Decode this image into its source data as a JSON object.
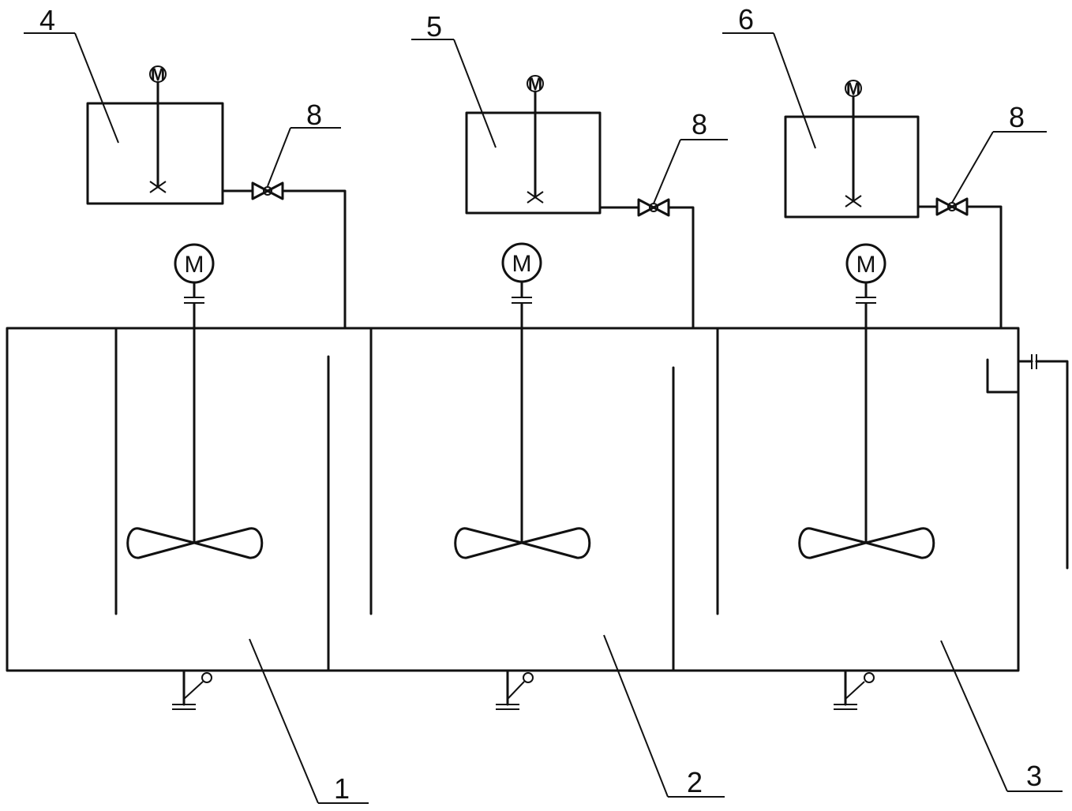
{
  "labels": {
    "tank_1": "1",
    "tank_2": "2",
    "tank_3": "3",
    "dosing_tank_4": "4",
    "dosing_tank_5": "5",
    "dosing_tank_6": "6",
    "valve_a": "8",
    "valve_b": "8",
    "valve_c": "8"
  },
  "motor_symbol": "M"
}
